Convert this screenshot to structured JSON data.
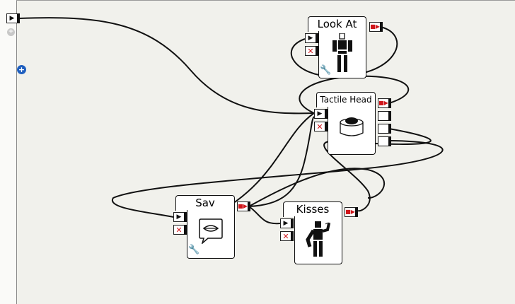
{
  "canvas": {
    "background": "#f1f1ec",
    "wire_color": "#111111"
  },
  "colors": {
    "stop_red": "#d0161b",
    "add_blue": "#1f5fbf",
    "disabled_gray": "#c8c8c8"
  },
  "flow": {
    "input_icon": "play-icon",
    "add_icon": "plus-circle-icon",
    "disabled_icon": "plus-circle-disabled-icon"
  },
  "boxes": {
    "look_at": {
      "title": "Look At",
      "icon": "robot-standing-icon",
      "params_icon": "wrench-icon"
    },
    "tactile_head": {
      "title": "Tactile Head",
      "icon": "head-sensor-icon"
    },
    "sav": {
      "title": "Sav",
      "icon": "speech-lips-icon",
      "params_icon": "wrench-icon"
    },
    "kisses": {
      "title": "Kisses",
      "icon": "robot-waving-icon"
    }
  },
  "port_icons": {
    "start": "play-icon",
    "stop": "stop-x-icon",
    "stopped": "output-stopped-icon",
    "signal": "output-signal-icon"
  }
}
